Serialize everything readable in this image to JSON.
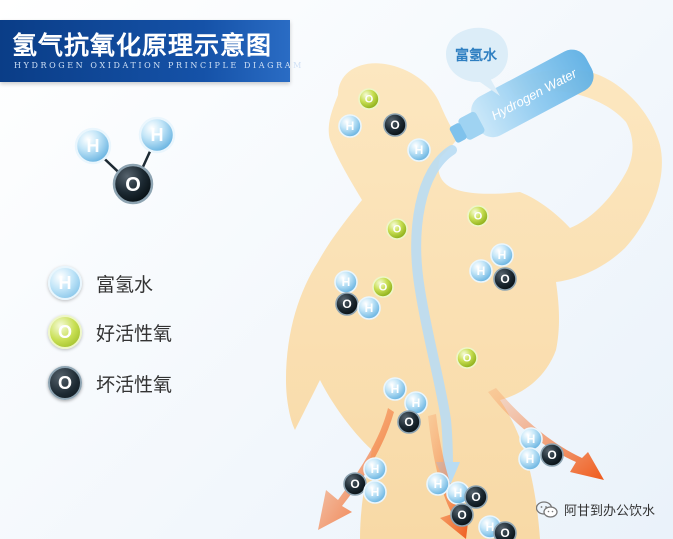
{
  "title": {
    "main": "氢气抗氧化原理示意图",
    "sub": "HYDROGEN OXIDATION PRINCIPLE DIAGRAM"
  },
  "bottle": {
    "bubble_label": "富氢水",
    "label": "Hydrogen Water"
  },
  "atom_letters": {
    "hydrogen": "H",
    "oxygen": "O"
  },
  "legend": [
    {
      "symbol": "H",
      "label": "富氢水",
      "kind": "hydrogen"
    },
    {
      "symbol": "O",
      "label": "好活性氧",
      "kind": "good-oxygen"
    },
    {
      "symbol": "O",
      "label": "坏活性氧",
      "kind": "bad-oxygen"
    }
  ],
  "watermark": {
    "text": "阿甘到办公饮水",
    "icon": "wechat-icon"
  },
  "colors": {
    "title_banner": "#0a3d87",
    "body_silhouette": "#fbe2b6",
    "water_stream": "#b9dcf3",
    "hydrogen_atom": "#8fcdee",
    "good_oxygen_atom": "#b5cf38",
    "bad_oxygen_atom": "#1d2a33",
    "arrow": "#f26522"
  }
}
